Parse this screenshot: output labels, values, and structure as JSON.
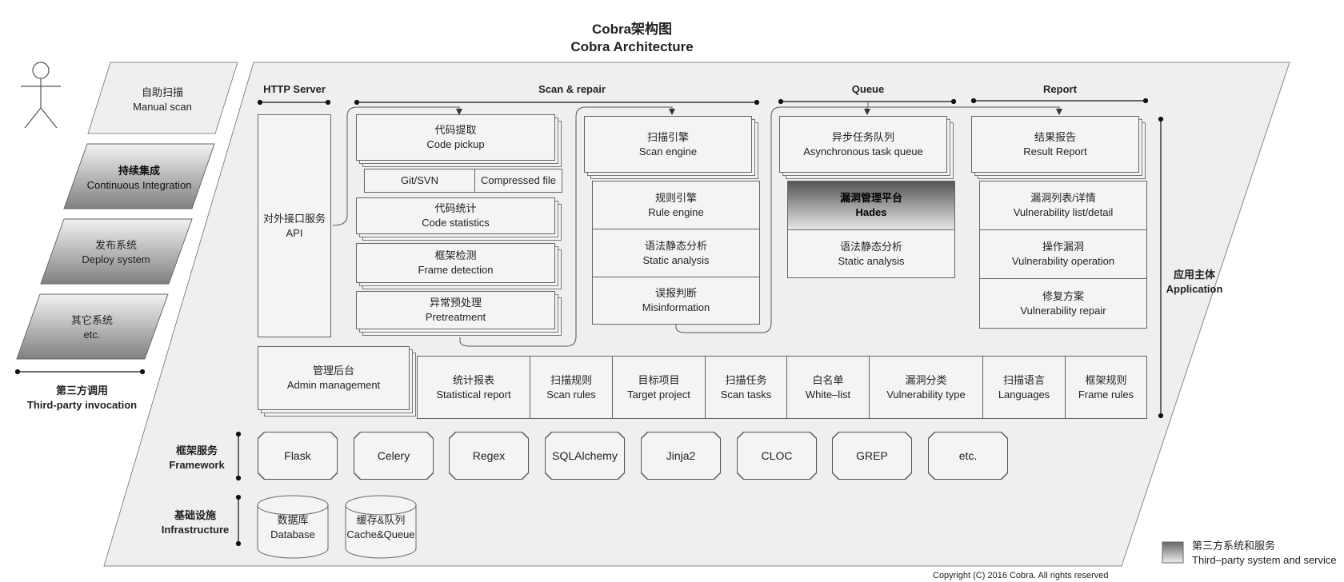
{
  "title": {
    "zh": "Cobra架构图",
    "en": "Cobra Architecture"
  },
  "third_party": {
    "items": [
      {
        "zh": "自助扫描",
        "en": "Manual scan"
      },
      {
        "zh": "持续集成",
        "en": "Continuous Integration"
      },
      {
        "zh": "发布系统",
        "en": "Deploy system"
      },
      {
        "zh": "其它系统",
        "en": "etc."
      }
    ],
    "label_zh": "第三方调用",
    "label_en": "Third-party invocation"
  },
  "sections": {
    "http": "HTTP Server",
    "scan": "Scan & repair",
    "queue": "Queue",
    "report": "Report"
  },
  "api": {
    "zh": "对外接口服务",
    "en": "API"
  },
  "code_pickup": {
    "zh": "代码提取",
    "en": "Code pickup"
  },
  "git_svn": "Git/SVN",
  "compressed": "Compressed file",
  "code_stats": {
    "zh": "代码统计",
    "en": "Code statistics"
  },
  "frame_detect": {
    "zh": "框架检测",
    "en": "Frame detection"
  },
  "pretreat": {
    "zh": "异常预处理",
    "en": "Pretreatment"
  },
  "scan_engine": {
    "zh": "扫描引擎",
    "en": "Scan engine"
  },
  "rule_engine": {
    "zh": "规则引擎",
    "en": "Rule engine"
  },
  "static1": {
    "zh": "语法静态分析",
    "en": "Static analysis"
  },
  "misinfo": {
    "zh": "误报判断",
    "en": "Misinformation"
  },
  "async_queue": {
    "zh": "异步任务队列",
    "en": "Asynchronous task queue"
  },
  "hades": {
    "zh": "漏洞管理平台",
    "en": "Hades"
  },
  "static2": {
    "zh": "语法静态分析",
    "en": "Static analysis"
  },
  "result": {
    "zh": "结果报告",
    "en": "Result Report"
  },
  "vuln_list": {
    "zh": "漏洞列表/详情",
    "en": "Vulnerability list/detail"
  },
  "vuln_op": {
    "zh": "操作漏洞",
    "en": "Vulnerability operation"
  },
  "vuln_repair": {
    "zh": "修复方案",
    "en": "Vulnerability repair"
  },
  "admin": {
    "zh": "管理后台",
    "en": "Admin management"
  },
  "admin_cells": [
    {
      "zh": "统计报表",
      "en": "Statistical report"
    },
    {
      "zh": "扫描规则",
      "en": "Scan rules"
    },
    {
      "zh": "目标项目",
      "en": "Target project"
    },
    {
      "zh": "扫描任务",
      "en": "Scan tasks"
    },
    {
      "zh": "白名单",
      "en": "White–list"
    },
    {
      "zh": "漏洞分类",
      "en": "Vulnerability type"
    },
    {
      "zh": "扫描语言",
      "en": "Languages"
    },
    {
      "zh": "框架规则",
      "en": "Frame rules"
    }
  ],
  "application": {
    "zh": "应用主体",
    "en": "Application"
  },
  "framework": {
    "zh": "框架服务",
    "en": "Framework",
    "items": [
      "Flask",
      "Celery",
      "Regex",
      "SQLAlchemy",
      "Jinja2",
      "CLOC",
      "GREP",
      "etc."
    ]
  },
  "infrastructure": {
    "zh": "基础设施",
    "en": "Infrastructure",
    "db": {
      "zh": "数据库",
      "en": "Database"
    },
    "cache": {
      "zh": "缓存&队列",
      "en": "Cache&Queue"
    }
  },
  "legend": {
    "zh": "第三方系统和服务",
    "en": "Third–party system and service"
  },
  "copyright": "Copyright (C) 2016 Cobra. All rights reserved"
}
